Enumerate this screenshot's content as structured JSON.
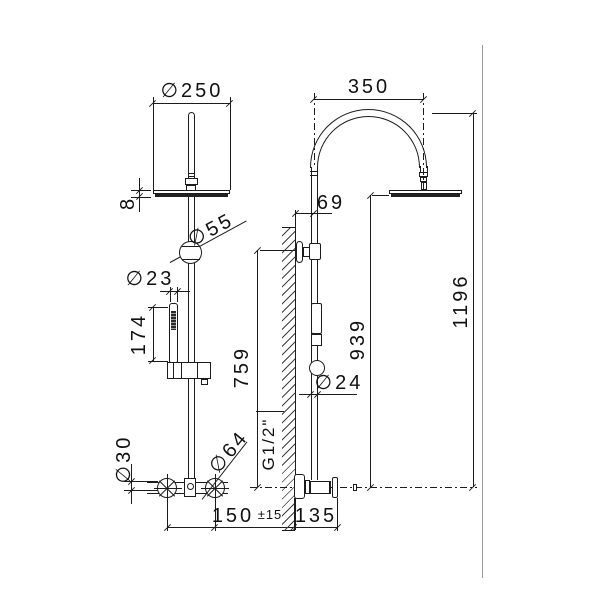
{
  "colors": {
    "line": "#1c1c1c",
    "spray_face": "#222222",
    "frame": "#9a9a9a",
    "background": "#ffffff"
  },
  "front_view": {
    "head_diameter": "∅250",
    "head_thickness": "8",
    "slider_diameter": "∅55",
    "handshower_diameter": "∅23",
    "handshower_length": "174",
    "inlet_diameter": "∅30",
    "escutcheon_diameter": "∅64",
    "inlet_spacing": "150",
    "inlet_spacing_tolerance": "±15"
  },
  "side_view": {
    "arm_projection": "350",
    "column_wall_offset": "69",
    "column_diameter": "∅24",
    "headshower_height": "939",
    "total_height": "1196",
    "bracket_height": "759",
    "connection_thread": "G1/2\"",
    "valve_depth": "135"
  }
}
